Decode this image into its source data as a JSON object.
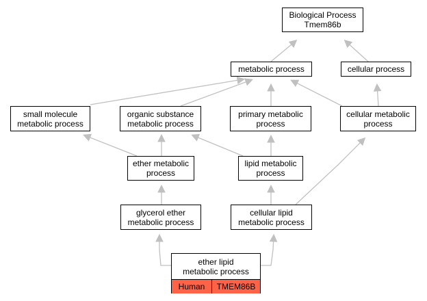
{
  "colors": {
    "edge": "#c0c0c0",
    "annotation_fill": "#ff6347",
    "node_border": "#000000"
  },
  "nodes": {
    "root": {
      "line1": "Biological Process",
      "line2": "Tmem86b"
    },
    "metabolic": {
      "line1": "metabolic process"
    },
    "cellular": {
      "line1": "cellular process"
    },
    "small_molecule": {
      "line1": "small molecule",
      "line2": "metabolic process"
    },
    "organic_substance": {
      "line1": "organic substance",
      "line2": "metabolic process"
    },
    "primary_metabolic": {
      "line1": "primary metabolic",
      "line2": "process"
    },
    "cellular_metabolic": {
      "line1": "cellular metabolic",
      "line2": "process"
    },
    "ether_metabolic": {
      "line1": "ether metabolic",
      "line2": "process"
    },
    "lipid_metabolic": {
      "line1": "lipid metabolic",
      "line2": "process"
    },
    "glycerol_ether": {
      "line1": "glycerol ether",
      "line2": "metabolic process"
    },
    "cellular_lipid": {
      "line1": "cellular lipid",
      "line2": "metabolic process"
    },
    "ether_lipid": {
      "line1": "ether lipid",
      "line2": "metabolic process",
      "species": "Human",
      "gene": "TMEM86B"
    }
  },
  "edges": [
    {
      "from": "metabolic",
      "to": "root"
    },
    {
      "from": "cellular",
      "to": "root"
    },
    {
      "from": "small_molecule",
      "to": "metabolic"
    },
    {
      "from": "organic_substance",
      "to": "metabolic"
    },
    {
      "from": "primary_metabolic",
      "to": "metabolic"
    },
    {
      "from": "cellular_metabolic",
      "to": "metabolic"
    },
    {
      "from": "cellular_metabolic",
      "to": "cellular"
    },
    {
      "from": "ether_metabolic",
      "to": "small_molecule"
    },
    {
      "from": "ether_metabolic",
      "to": "organic_substance"
    },
    {
      "from": "lipid_metabolic",
      "to": "organic_substance"
    },
    {
      "from": "lipid_metabolic",
      "to": "primary_metabolic"
    },
    {
      "from": "glycerol_ether",
      "to": "ether_metabolic"
    },
    {
      "from": "cellular_lipid",
      "to": "lipid_metabolic"
    },
    {
      "from": "cellular_lipid",
      "to": "cellular_metabolic"
    },
    {
      "from": "ether_lipid",
      "to": "glycerol_ether"
    },
    {
      "from": "ether_lipid",
      "to": "cellular_lipid"
    }
  ]
}
